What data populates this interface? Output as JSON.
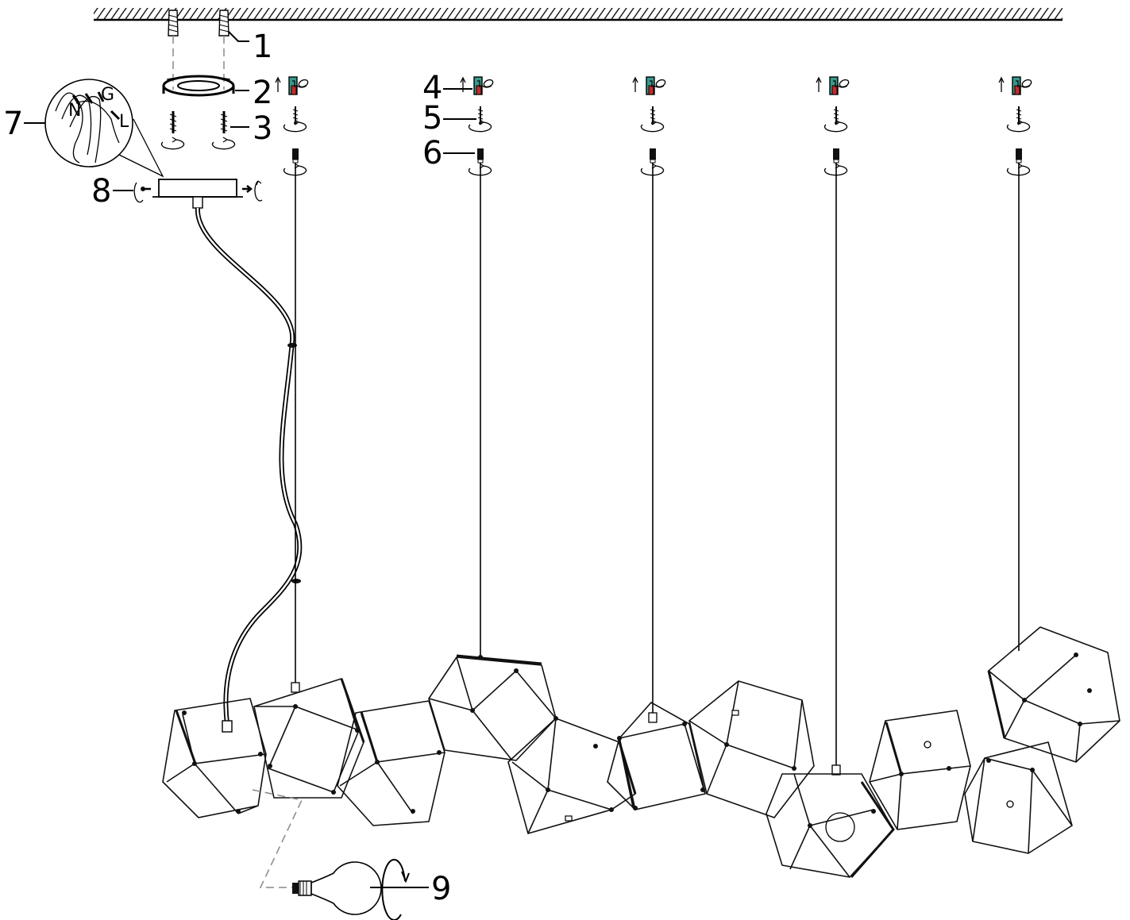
{
  "labels": {
    "l1": "1",
    "l2": "2",
    "l3": "3",
    "l4": "4",
    "l5": "5",
    "l6": "6",
    "l7": "7",
    "l8": "8",
    "l9": "9"
  },
  "wire_labels": {
    "g": "G",
    "n": "N",
    "l": "L"
  },
  "colors": {
    "hook_teal": "#3a9a8f",
    "hook_red": "#c42b2b",
    "line": "#000000",
    "dashed": "#888888"
  },
  "icons": [
    "ceiling-hatch",
    "wall-anchor-icon",
    "mounting-bracket-icon",
    "screw-icon",
    "cable-gripper-icon",
    "cable-holder-icon",
    "wire-connection-icon",
    "canopy-icon",
    "rotate-arrow-icon",
    "bulb-icon"
  ]
}
